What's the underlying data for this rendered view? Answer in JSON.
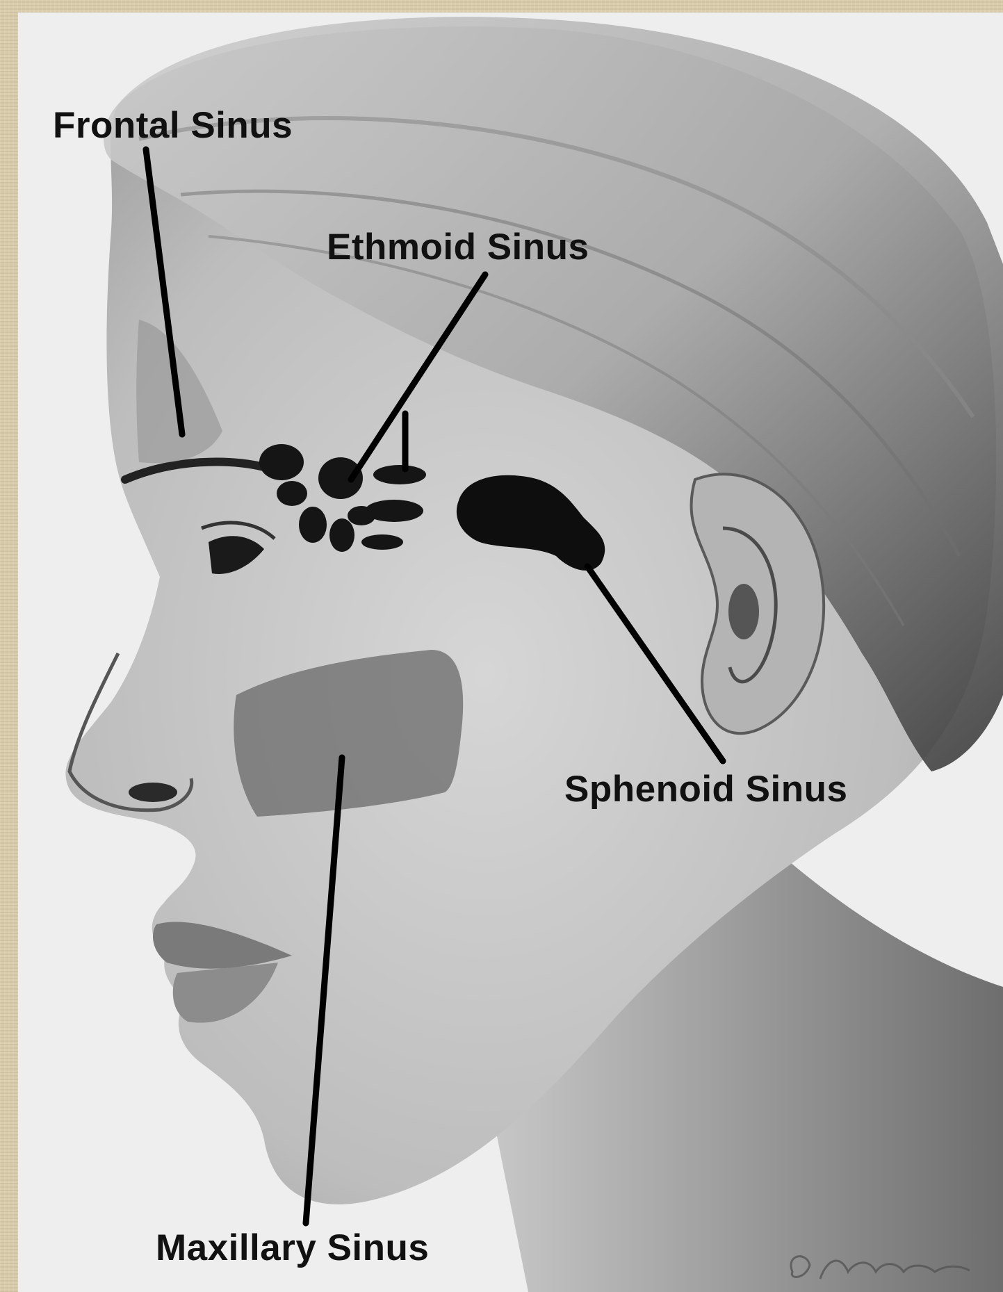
{
  "labels": {
    "frontal": "Frontal Sinus",
    "ethmoid": "Ethmoid Sinus",
    "sphenoid": "Sphenoid Sinus",
    "maxillary": "Maxillary Sinus"
  },
  "signature": "G. Strohm",
  "colors": {
    "background_border": "#d9ccab",
    "panel": "#eeeeee",
    "sinus_dark": "#111111",
    "maxillary_shade": "#6a6a6a",
    "leader_line": "#000000"
  }
}
